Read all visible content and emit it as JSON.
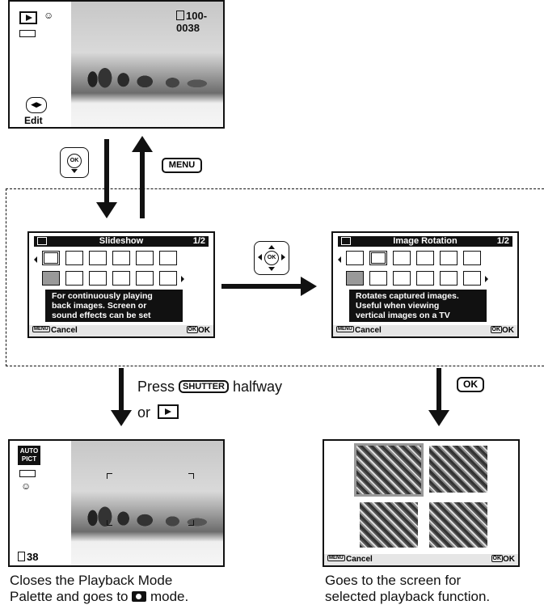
{
  "playback_screen": {
    "counter": "100-0038",
    "button_label": "Edit"
  },
  "transition_top": {
    "menu_key": "MENU",
    "ok_key": "OK"
  },
  "palette_left": {
    "title": "Slideshow",
    "page": "1/2",
    "desc_lines": [
      "For continuously playing",
      "back images. Screen or",
      "sound effects can be set"
    ],
    "cancel": "Cancel",
    "ok": "OK"
  },
  "palette_right": {
    "title": "Image Rotation",
    "page": "1/2",
    "desc_lines": [
      "Rotates captured images.",
      "Useful when viewing",
      "vertical images on a TV"
    ],
    "cancel": "Cancel",
    "ok": "OK"
  },
  "bottom_left": {
    "press_word": "Press",
    "shutter_key": "SHUTTER",
    "halfway": "halfway",
    "or_word": "or",
    "mode_badge": "AUTO PICT",
    "shots_left": "38",
    "caption_line1": "Closes the Playback Mode",
    "caption_line2_a": "Palette and goes to",
    "caption_line2_b": "mode."
  },
  "bottom_right": {
    "ok_key": "OK",
    "cancel": "Cancel",
    "ok": "OK",
    "caption_line1": "Goes to the screen for",
    "caption_line2": "selected playback function."
  },
  "menu_badge": "MENU"
}
